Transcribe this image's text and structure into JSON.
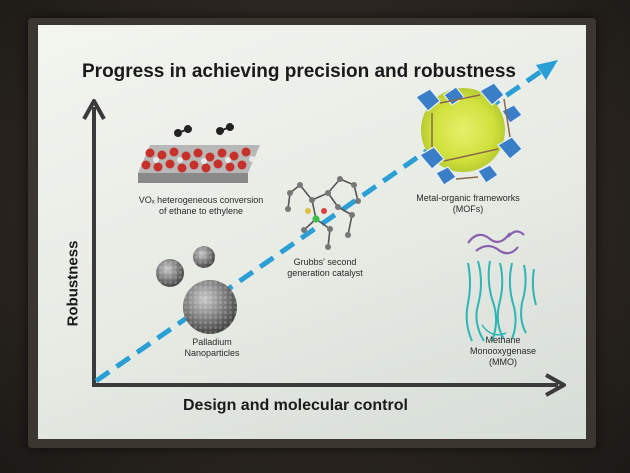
{
  "slide": {
    "title": "Progress in achieving precision and robustness",
    "x_axis_label": "Design and molecular control",
    "y_axis_label": "Robustness"
  },
  "items": [
    {
      "name": "vox-surface",
      "caption": "VOₓ heterogeneous conversion\nof ethane to ethylene"
    },
    {
      "name": "grubbs-catalyst",
      "caption": "Grubbs' second\ngeneration catalyst"
    },
    {
      "name": "mofs",
      "caption": "Metal-organic frameworks\n(MOFs)"
    },
    {
      "name": "palladium",
      "caption": "Palladium\nNanoparticles"
    },
    {
      "name": "mmo",
      "caption": "Methane\nMonooxygenase\n(MMO)"
    }
  ],
  "colors": {
    "axis": "#3a3a3a",
    "trend_arrow": "#2a9fd6",
    "mof_glow": "#d8e84a",
    "mof_polyhedra": "#3a7ec8",
    "protein": "#2fb5b5",
    "protein_top": "#8a5fb0",
    "vox_red": "#c8302a",
    "nanoparticle": "#7a7a7a"
  }
}
